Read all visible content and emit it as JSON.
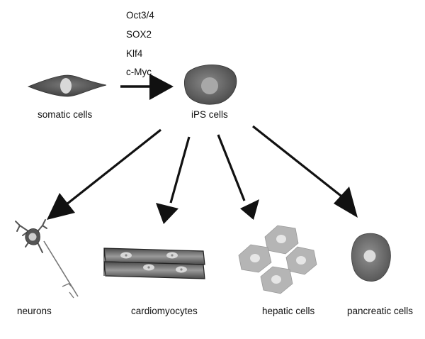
{
  "factors": [
    "Oct3/4",
    "SOX2",
    "Klf4",
    "c-Myc"
  ],
  "labels": {
    "somatic": "somatic cells",
    "ips": "iPS cells",
    "neurons": "neurons",
    "cardiomyocytes": "cardiomyocytes",
    "hepatic": "hepatic cells",
    "pancreatic": "pancreatic cells"
  },
  "colors": {
    "arrow": "#111111",
    "cell_dark": "#555555",
    "cell_mid": "#777777",
    "cell_light": "#bbbbbb",
    "nucleus": "#d0d0d0",
    "nucleus_light": "#e6e6e6",
    "text": "#111111"
  },
  "icons": {
    "somatic": "spindle-cell-icon",
    "ips": "ips-cell-icon",
    "neuron": "neuron-icon",
    "cardiomyocyte": "cardiomyocyte-icon",
    "hepatic": "hepatocyte-cluster-icon",
    "pancreatic": "pancreatic-cell-icon"
  }
}
